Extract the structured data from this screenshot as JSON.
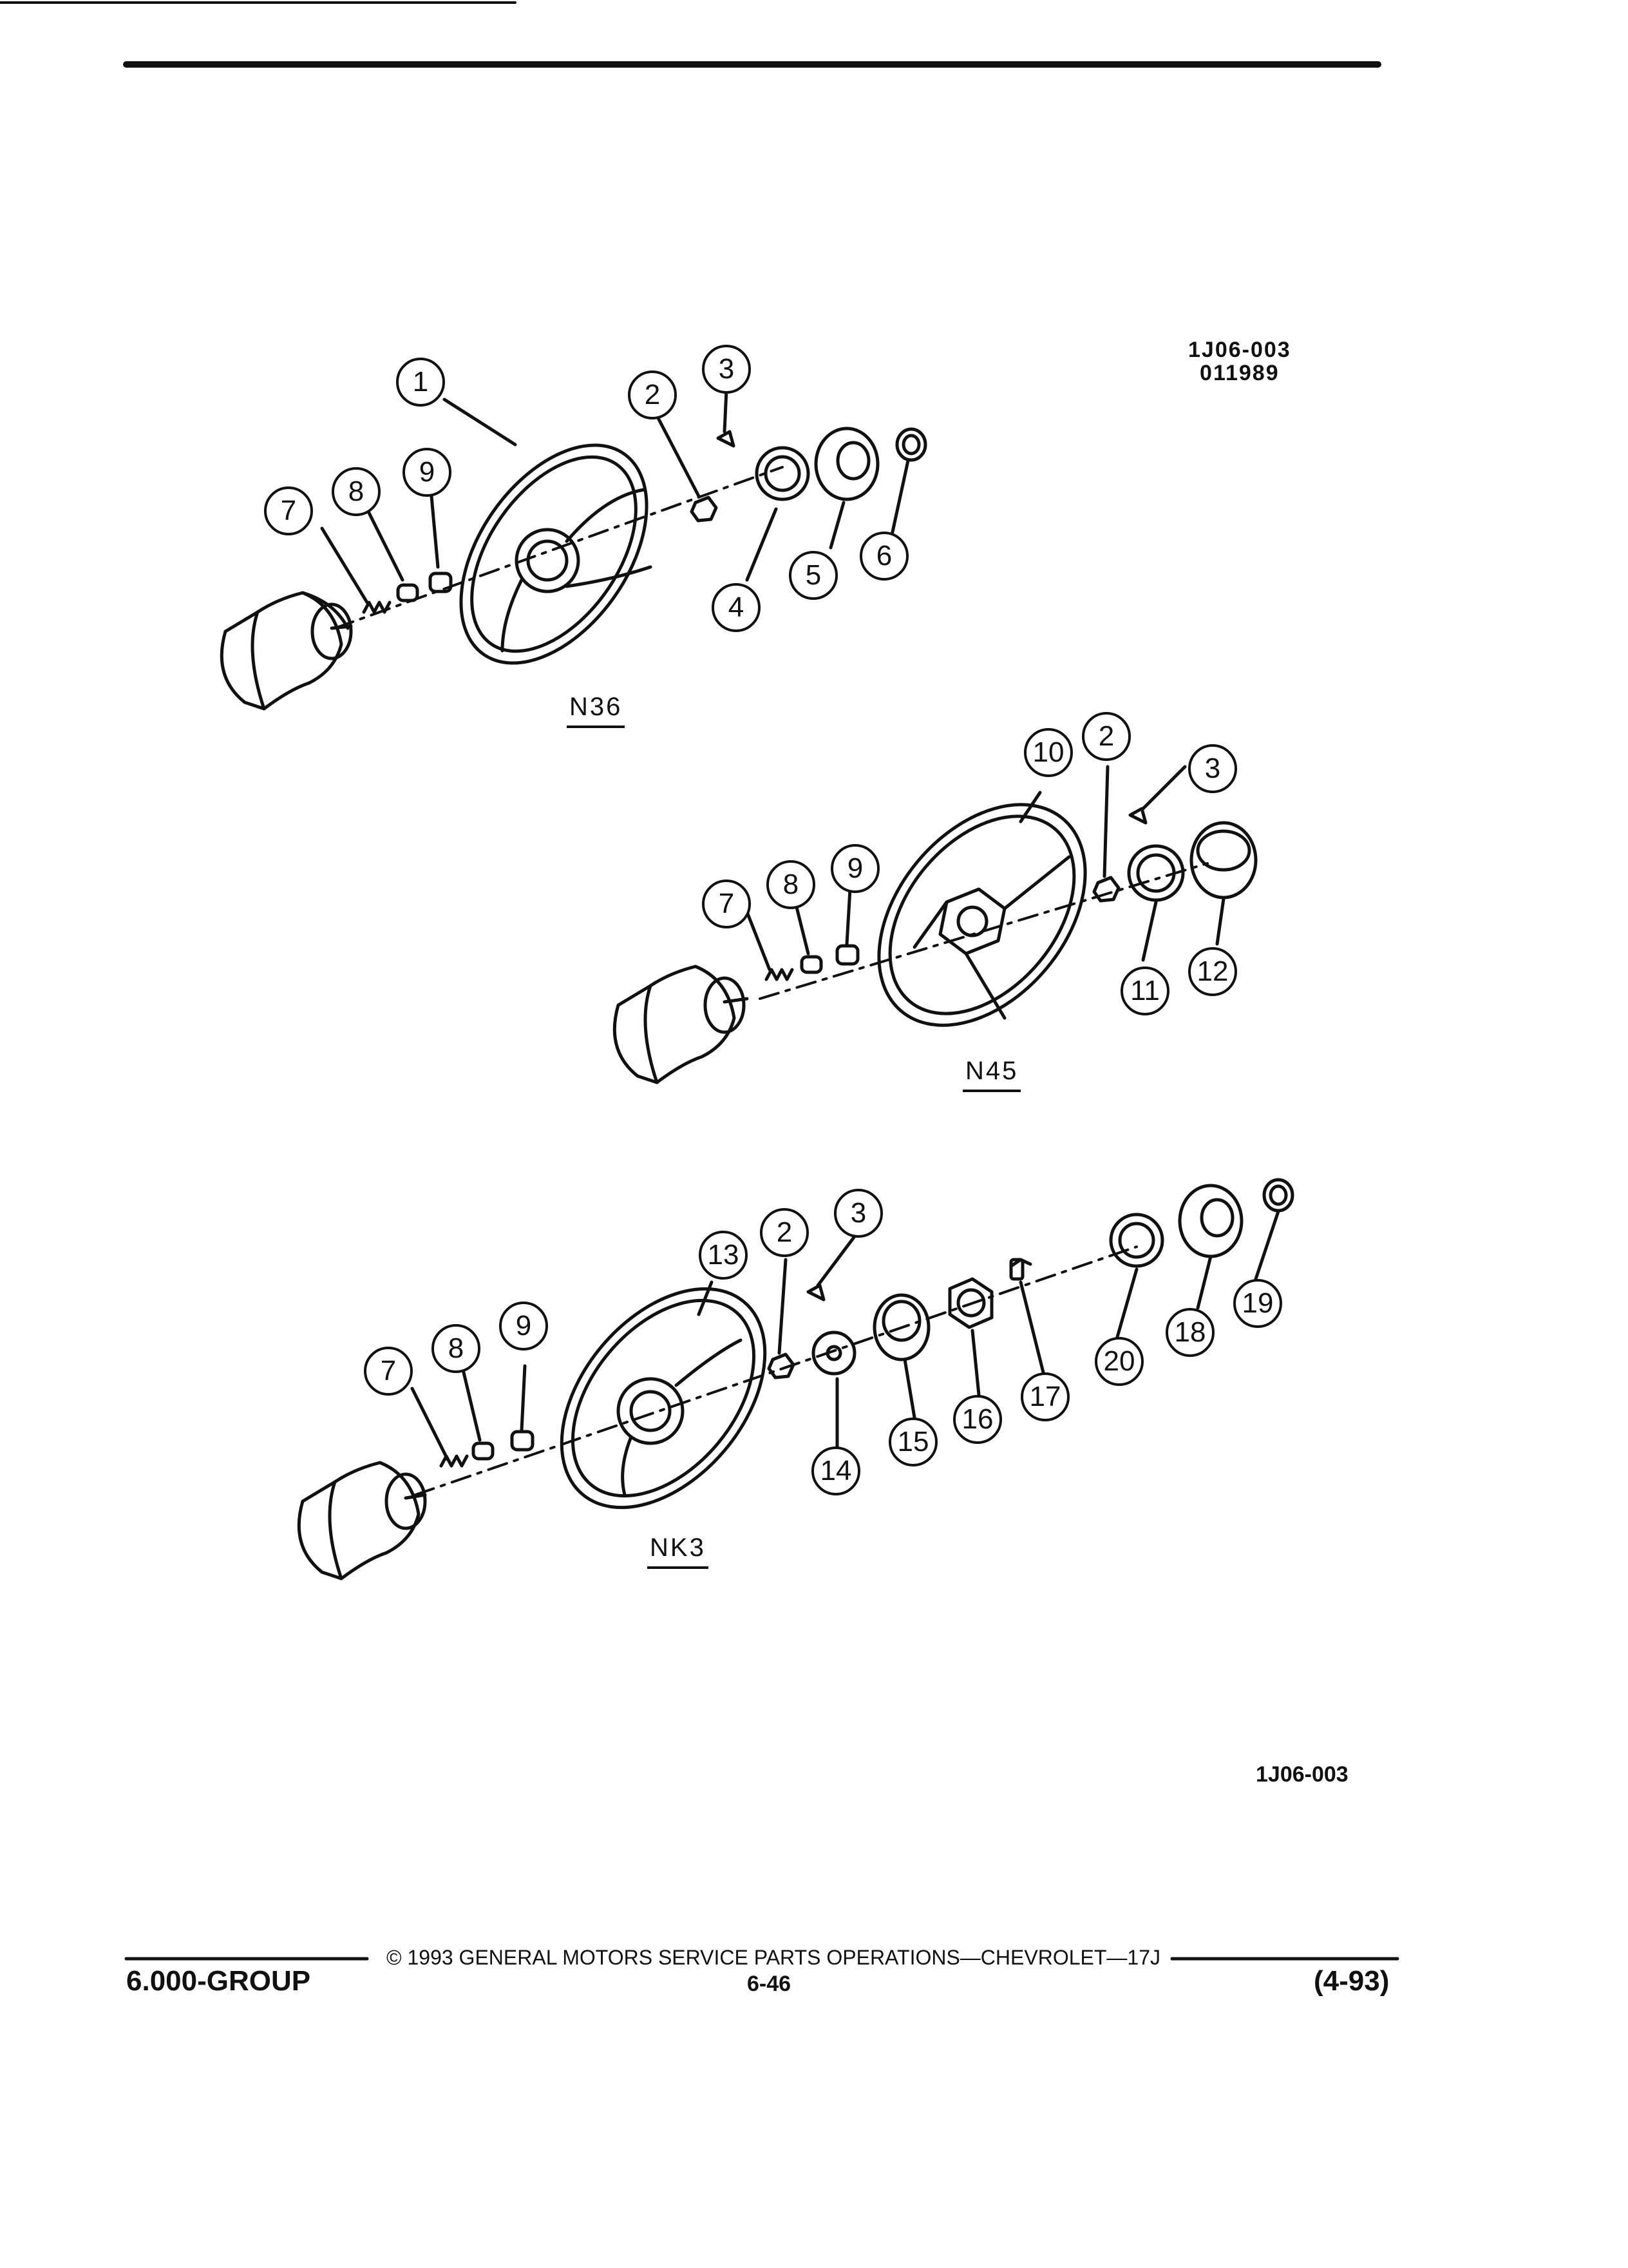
{
  "figure": {
    "code": "1J06-003",
    "date_code": "011989",
    "bottom_code": "1J06-003"
  },
  "assemblies": [
    {
      "model": "N36",
      "callouts": [
        "1",
        "2",
        "3",
        "4",
        "5",
        "6",
        "7",
        "8",
        "9"
      ]
    },
    {
      "model": "N45",
      "callouts": [
        "10",
        "2",
        "3",
        "11",
        "12",
        "7",
        "8",
        "9"
      ]
    },
    {
      "model": "NK3",
      "callouts": [
        "13",
        "2",
        "3",
        "14",
        "15",
        "16",
        "17",
        "18",
        "19",
        "20",
        "7",
        "8",
        "9"
      ]
    }
  ],
  "footer": {
    "group": "6.000-GROUP",
    "copyright": "© 1993 GENERAL MOTORS SERVICE PARTS OPERATIONS—CHEVROLET—17J",
    "page": "6-46",
    "date": "(4-93)"
  }
}
